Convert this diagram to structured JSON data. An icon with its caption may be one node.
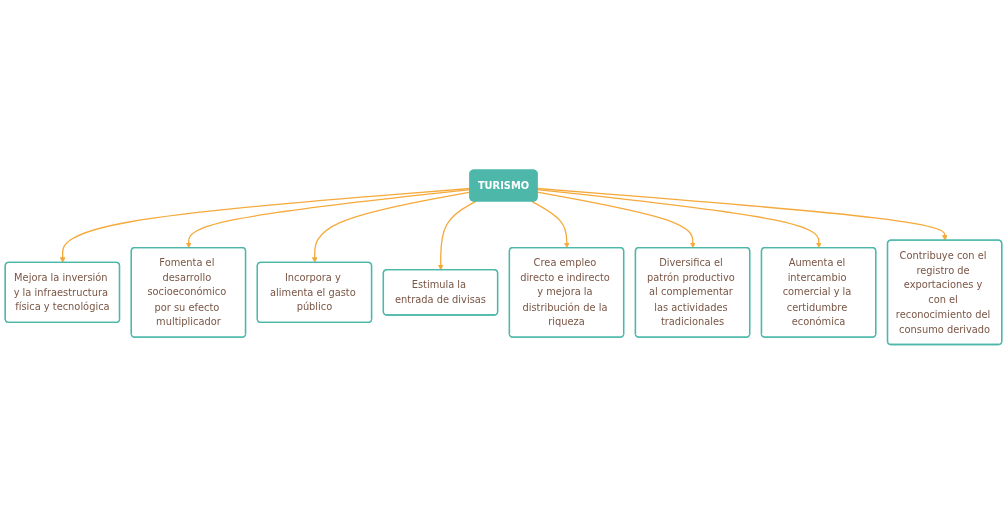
{
  "diagram": {
    "nodes": [
      {
        "text": [
          "Mejora la inversión y la infraestructura física y tecnológica"
        ]
      },
      {
        "text": [
          "Fomenta el desarrollo socioeconómico por su efecto multiplicador"
        ]
      },
      {
        "text": [
          "Incorpora y alimenta el gasto público"
        ]
      },
      {
        "text": [
          "Estimula la entrada de divisas"
        ]
      },
      {
        "text": [
          "TURISMO"
        ]
      },
      {
        "text": [
          "Crea empleo directo e indirecto y mejora la distribución de la riqueza"
        ]
      },
      {
        "text": [
          "Diversifica el patrón productivo al complementar las actividades tradicionales"
        ]
      },
      {
        "text": [
          "Aumenta el intercambio comercial y la certidumbre económica"
        ]
      },
      {
        "text": [
          "Contribuye con el registro de exportaciones y con el reconocimiento del consumo derivado"
        ]
      }
    ],
    "edges": [
      {
        "from": 4,
        "to": 0,
        "arrow": "to"
      },
      {
        "from": 4,
        "to": 1,
        "arrow": "to"
      },
      {
        "from": 4,
        "to": 2,
        "arrow": "to"
      },
      {
        "from": 4,
        "to": 3,
        "arrow": "to"
      },
      {
        "from": 4,
        "to": 5,
        "arrow": "to"
      },
      {
        "from": 4,
        "to": 6,
        "arrow": "to"
      },
      {
        "from": 4,
        "to": 7,
        "arrow": "to"
      },
      {
        "from": 4,
        "to": 8,
        "arrow": "to"
      }
    ]
  }
}
